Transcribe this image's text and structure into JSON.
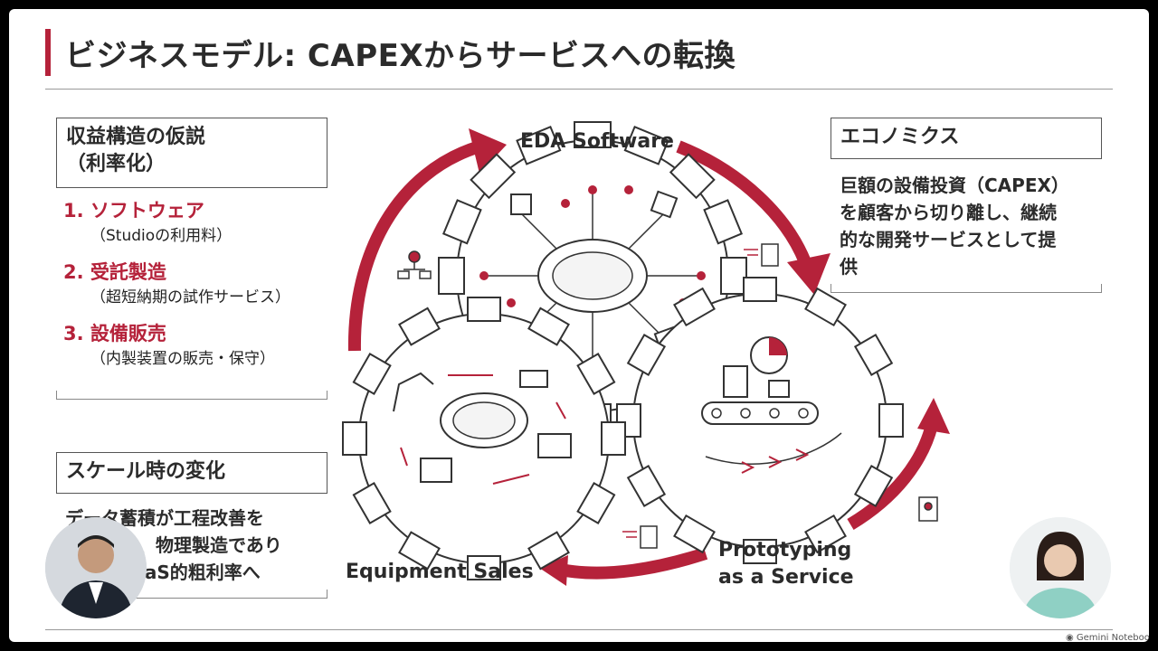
{
  "slide": {
    "title": "ビジネスモデル: CAPEXからサービスへの転換"
  },
  "revenue": {
    "heading_line1": "収益構造の仮説",
    "heading_line2": "（利率化）",
    "items": [
      {
        "title": "1. ソフトウェア",
        "sub": "（Studioの利用料）"
      },
      {
        "title": "2. 受託製造",
        "sub": "（超短納期の試作サービス）"
      },
      {
        "title": "3. 設備販売",
        "sub": "（内製装置の販売・保守）"
      }
    ]
  },
  "scale": {
    "heading": "スケール時の変化",
    "line1": "データ蓄積が工程改善を",
    "line2": "自動化し、物理製造であり",
    "line3": "ながらSaaS的粗利率へ"
  },
  "economics": {
    "heading": "エコノミクス",
    "line1": "巨額の設備投資（CAPEX）",
    "line2": "を顧客から切り離し、継続",
    "line3": "的な開発サービスとして提",
    "line4": "供"
  },
  "diagram": {
    "eda": "EDA Software",
    "equipment": "Equipment Sales",
    "paas_line1": "Prototyping",
    "paas_line2": "as a Service"
  },
  "branding": {
    "logo_text": "Gemini Notebook"
  },
  "colors": {
    "accent": "#b5223a",
    "text": "#2b2b2b"
  }
}
